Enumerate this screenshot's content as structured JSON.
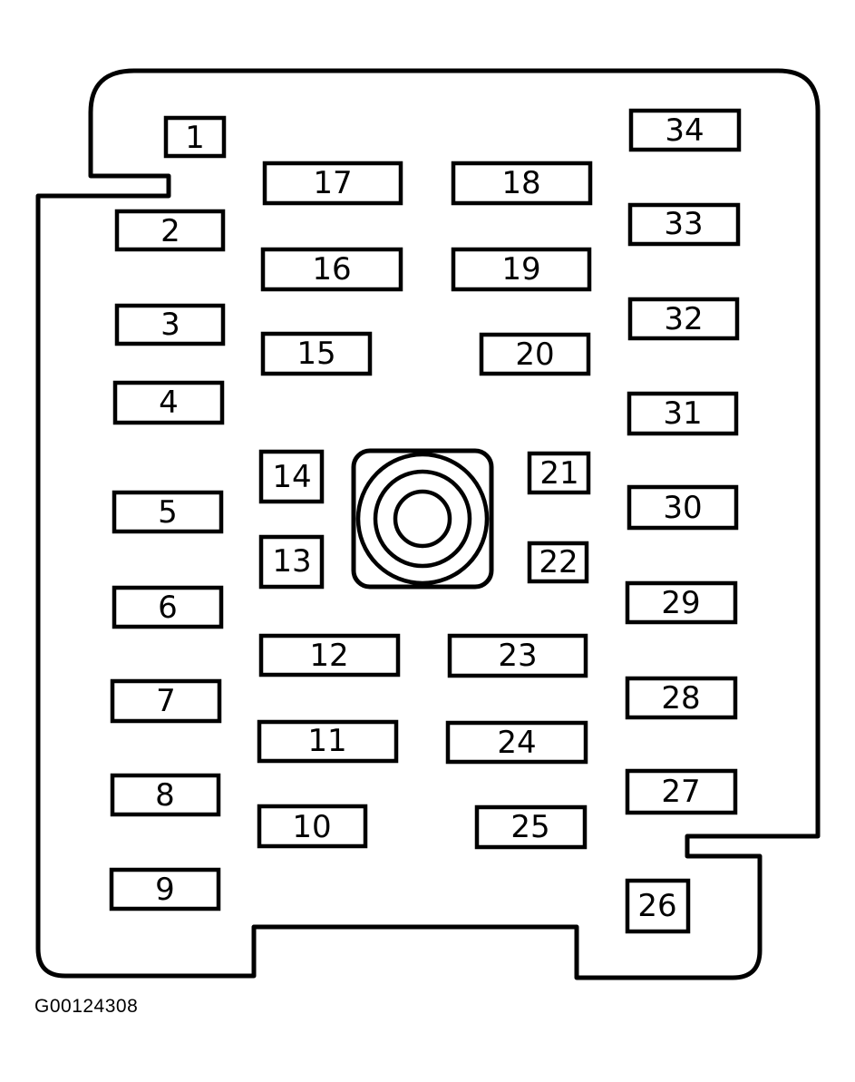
{
  "figure_code": "G00124308",
  "fuses": [
    "1",
    "2",
    "3",
    "4",
    "5",
    "6",
    "7",
    "8",
    "9",
    "10",
    "11",
    "12",
    "13",
    "14",
    "15",
    "16",
    "17",
    "18",
    "19",
    "20",
    "21",
    "22",
    "23",
    "24",
    "25",
    "26",
    "27",
    "28",
    "29",
    "30",
    "31",
    "32",
    "33",
    "34"
  ]
}
